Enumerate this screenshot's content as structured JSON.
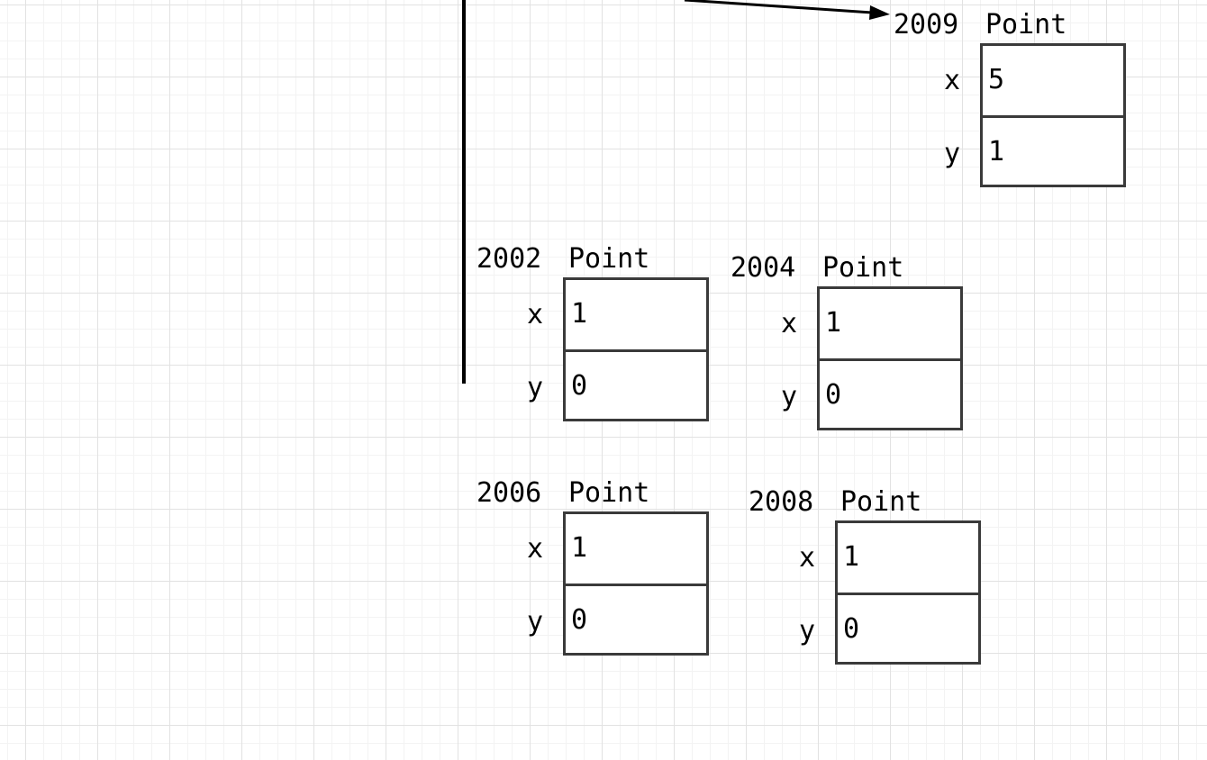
{
  "objects": [
    {
      "address": "2009",
      "type": "Point",
      "fields": [
        {
          "name": "x",
          "value": "5"
        },
        {
          "name": "y",
          "value": "1"
        }
      ]
    },
    {
      "address": "2002",
      "type": "Point",
      "fields": [
        {
          "name": "x",
          "value": "1"
        },
        {
          "name": "y",
          "value": "0"
        }
      ]
    },
    {
      "address": "2004",
      "type": "Point",
      "fields": [
        {
          "name": "x",
          "value": "1"
        },
        {
          "name": "y",
          "value": "0"
        }
      ]
    },
    {
      "address": "2006",
      "type": "Point",
      "fields": [
        {
          "name": "x",
          "value": "1"
        },
        {
          "name": "y",
          "value": "0"
        }
      ]
    },
    {
      "address": "2008",
      "type": "Point",
      "fields": [
        {
          "name": "x",
          "value": "1"
        },
        {
          "name": "y",
          "value": "0"
        }
      ]
    }
  ],
  "colors": {
    "line": "#000000",
    "box_border": "#3a3a3a",
    "grid": "#e2e2e2"
  }
}
